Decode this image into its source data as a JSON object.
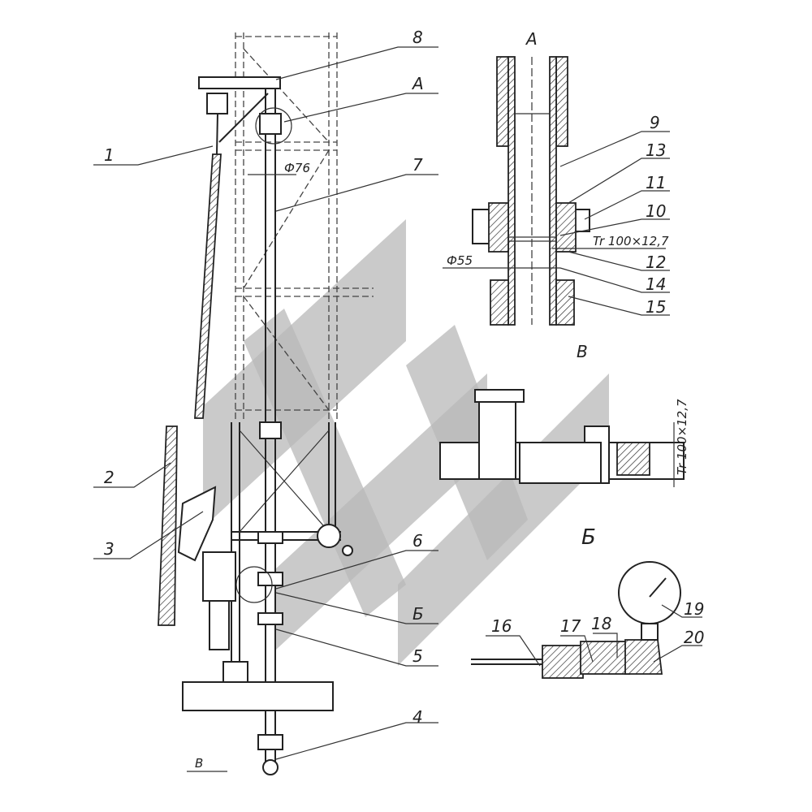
{
  "main_view": {
    "callouts": [
      "1",
      "2",
      "3",
      "4",
      "5",
      "6",
      "7",
      "8"
    ],
    "view_marks": {
      "a": "А",
      "b": "Б",
      "v": "В"
    },
    "diameter": "Ф76"
  },
  "section_a": {
    "title": "А",
    "callouts": {
      "c9": "9",
      "c13": "13",
      "c11": "11",
      "c10": "10",
      "c12": "12",
      "c14": "14",
      "c15": "15"
    },
    "thread": "Tr 100×12,7",
    "diameter": "Ф55"
  },
  "view_v": {
    "title": "В",
    "thread": "Tr 100×12,7"
  },
  "view_b": {
    "title": "Б",
    "callouts": {
      "c16": "16",
      "c17": "17",
      "c18": "18",
      "c19": "19",
      "c20": "20"
    }
  },
  "colors": {
    "line": "#222222",
    "watermark": "#b8b8b8"
  }
}
